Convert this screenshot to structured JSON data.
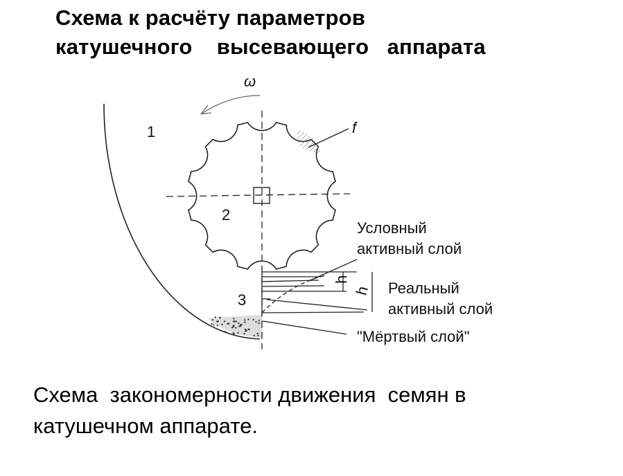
{
  "slide": {
    "title_line1": "Схема к расчёту параметров",
    "title_line2": "катушечного    высевающего   аппарата",
    "caption_line1": "Схема  закономерности движения  семян в",
    "caption_line2": "катушечном аппарате."
  },
  "diagram": {
    "omega": "ω",
    "f": "f",
    "zone1": "1",
    "zone2": "2",
    "zone3": "3",
    "h_small": "h",
    "h_large": "h",
    "conditional_line1": "Условный",
    "conditional_line2": "активный слой",
    "real_line1": "Реальный",
    "real_line2": "активный слой",
    "dead_layer": "\"Мёртвый слой\"",
    "flute_count": 12
  }
}
